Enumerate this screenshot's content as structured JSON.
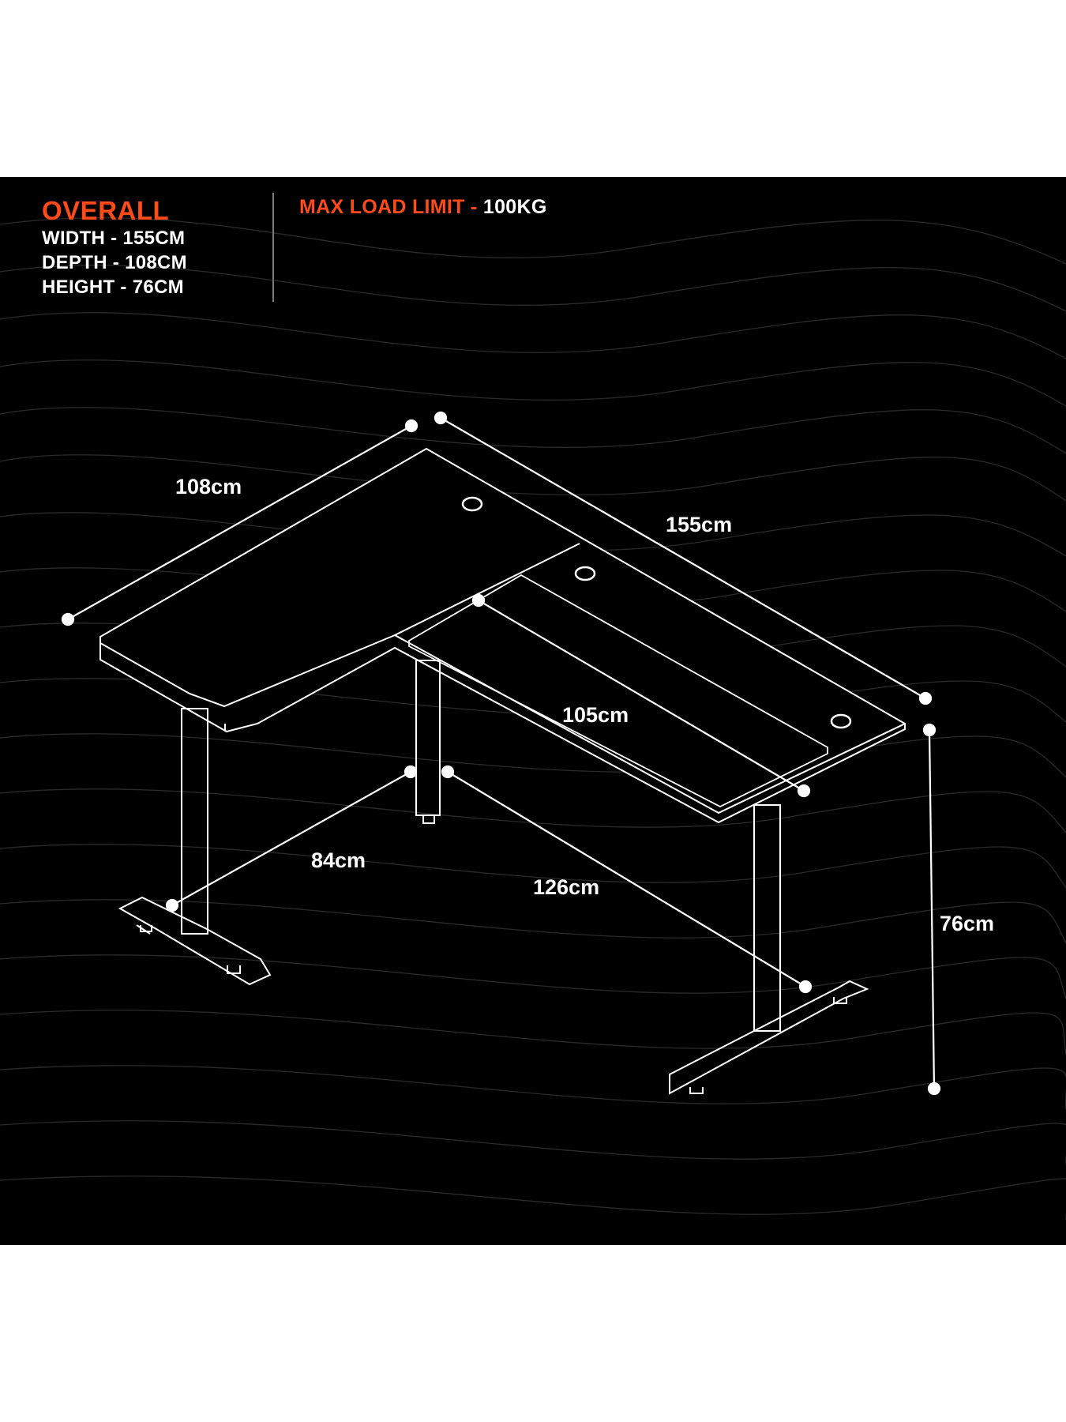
{
  "colors": {
    "accent": "#ff4a1a",
    "background": "#000000",
    "lines": "#ffffff"
  },
  "overall": {
    "title": "OVERALL",
    "width": "WIDTH - 155CM",
    "depth": "DEPTH - 108CM",
    "height": "HEIGHT - 76CM"
  },
  "load": {
    "label": "MAX LOAD LIMIT - ",
    "value": "100KG"
  },
  "dimensions": {
    "left_depth": "108cm",
    "overall_width": "155cm",
    "desk_mat": "105cm",
    "leg_depth": "84cm",
    "leg_width": "126cm",
    "height": "76cm"
  }
}
